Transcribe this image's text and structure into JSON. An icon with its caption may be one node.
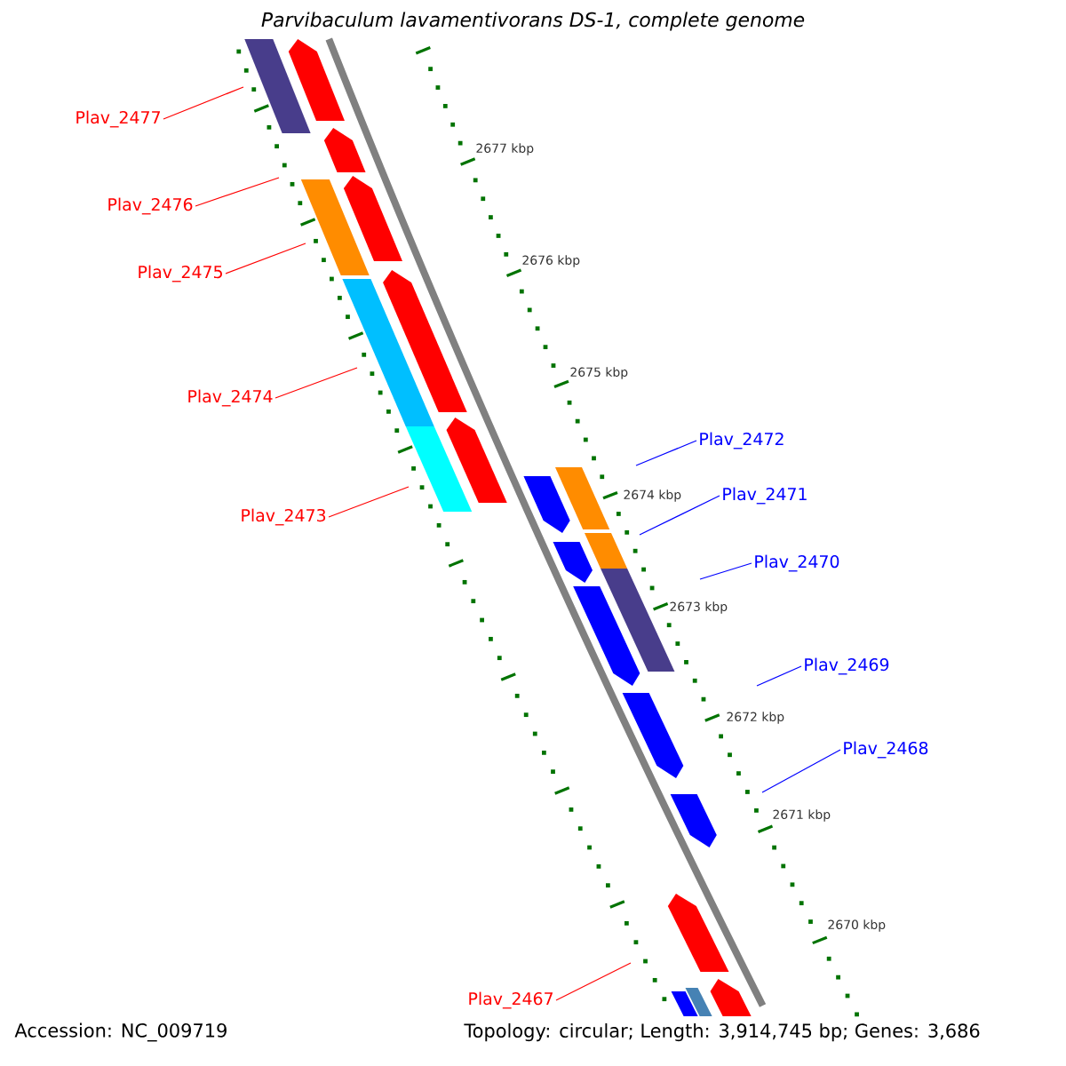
{
  "diagram": {
    "title": "Parvibaculum lavamentivorans DS-1, complete genome",
    "nodes": [
      {
        "text": [
          "Plav_2477"
        ]
      },
      {
        "text": [
          "Plav_2476"
        ]
      },
      {
        "text": [
          "Plav_2475"
        ]
      },
      {
        "text": [
          "Plav_2474"
        ]
      },
      {
        "text": [
          "Plav_2472"
        ]
      },
      {
        "text": [
          "Plav_2471"
        ]
      },
      {
        "text": [
          "Plav_2473"
        ]
      },
      {
        "text": [
          "Plav_2470"
        ]
      },
      {
        "text": [
          "Plav_2469"
        ]
      },
      {
        "text": [
          "Plav_2468"
        ]
      },
      {
        "text": [
          "Plav_2467"
        ]
      }
    ],
    "edges": [
      {
        "from": 0,
        "to": null,
        "arrow": "none",
        "color": "#ff0000"
      },
      {
        "from": 1,
        "to": null,
        "arrow": "none",
        "color": "#ff0000"
      },
      {
        "from": 2,
        "to": null,
        "arrow": "none",
        "color": "#ff0000"
      },
      {
        "from": 3,
        "to": null,
        "arrow": "none",
        "color": "#ff0000"
      },
      {
        "from": 4,
        "to": null,
        "arrow": "none",
        "color": "#0000ff"
      },
      {
        "from": 5,
        "to": null,
        "arrow": "none",
        "color": "#0000ff"
      },
      {
        "from": 6,
        "to": null,
        "arrow": "none",
        "color": "#ff0000"
      },
      {
        "from": 7,
        "to": null,
        "arrow": "none",
        "color": "#0000ff"
      },
      {
        "from": 8,
        "to": null,
        "arrow": "none",
        "color": "#0000ff"
      },
      {
        "from": 9,
        "to": null,
        "arrow": "none",
        "color": "#0000ff"
      },
      {
        "from": 10,
        "to": null,
        "arrow": "none",
        "color": "#ff0000"
      }
    ],
    "labels": [
      "2677 kbp",
      "2676 kbp",
      "2675 kbp",
      "2674 kbp",
      "2673 kbp",
      "2672 kbp",
      "2671 kbp",
      "2670 kbp",
      "Accession: NC_009719",
      "Topology: circular; Length: 3,914,745 bp; Genes: 3,686"
    ]
  }
}
